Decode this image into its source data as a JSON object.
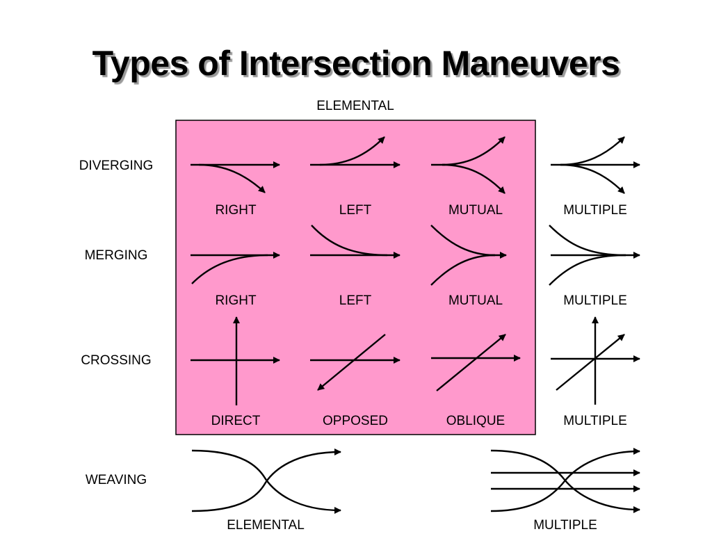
{
  "title": "Types of Intersection Maneuvers",
  "box_color": "#ff99cc",
  "group_label": "ELEMENTAL",
  "row_labels": {
    "diverging": "DIVERGING",
    "merging": "MERGING",
    "crossing": "CROSSING",
    "weaving": "WEAVING"
  },
  "diverging": [
    "RIGHT",
    "LEFT",
    "MUTUAL",
    "MULTIPLE"
  ],
  "merging": [
    "RIGHT",
    "LEFT",
    "MUTUAL",
    "MULTIPLE"
  ],
  "crossing": [
    "DIRECT",
    "OPPOSED",
    "OBLIQUE",
    "MULTIPLE"
  ],
  "weaving": [
    "ELEMENTAL",
    "MULTIPLE"
  ]
}
